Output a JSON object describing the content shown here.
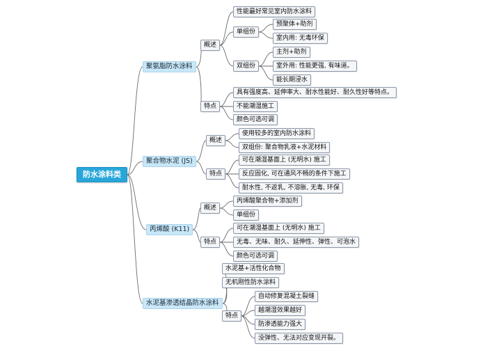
{
  "root": "防水涂料类",
  "categories": [
    {
      "label": "聚氨脂防水涂料",
      "overview": {
        "label": "概述",
        "items": [
          "性能最好常见室内防水涂料"
        ],
        "single": {
          "label": "单组份",
          "items": [
            "预聚体+助剂",
            "室内用: 无毒环保"
          ]
        },
        "double": {
          "label": "双组份",
          "items": [
            "主剂+助剂",
            "室外用: 性能更强, 有味道。",
            "能长期浸水"
          ]
        }
      },
      "features": {
        "label": "特点",
        "items": [
          "具有强度高、延伸率大、耐水性能好、耐久性好等特点。",
          "不能潮湿施工",
          "颜色可选可调"
        ]
      }
    },
    {
      "label": "聚合物水泥 (JS)",
      "overview": {
        "label": "概述",
        "items": [
          "使用较多的室内防水涂料",
          "双组份: 聚合物乳液+水泥材料"
        ]
      },
      "features": {
        "label": "特点",
        "items": [
          "可在潮湿基面上 (无明水) 施工",
          "反应固化, 可在通风不畅的条件下施工",
          "耐水性, 不返乳, 不溶胀, 无毒, 环保"
        ]
      }
    },
    {
      "label": "丙烯酸 (K11)",
      "overview": {
        "label": "概述",
        "items": [
          "丙烯酸聚合物+添加剂",
          "单组份"
        ]
      },
      "features": {
        "label": "特点",
        "items": [
          "可在潮湿基面上 (无明水) 施工",
          "无毒、无味、耐久、延伸性、弹性、可泡水",
          "颜色可选可调"
        ]
      }
    },
    {
      "label": "水泥基渗透结晶防水涂料",
      "items": [
        "水泥基+活性化合物",
        "无机刚性防水涂料"
      ],
      "features": {
        "label": "特点",
        "items": [
          "自动修复混凝土裂缝",
          "越潮湿效果越好",
          "防渗透能力强大",
          "没弹性、无法对应变现开裂。"
        ]
      }
    }
  ],
  "colors": {
    "root": "#28a6d9",
    "category": "#c9e7f7",
    "connector": "#6b6b6b",
    "leaf_border": "#8a96a8"
  }
}
